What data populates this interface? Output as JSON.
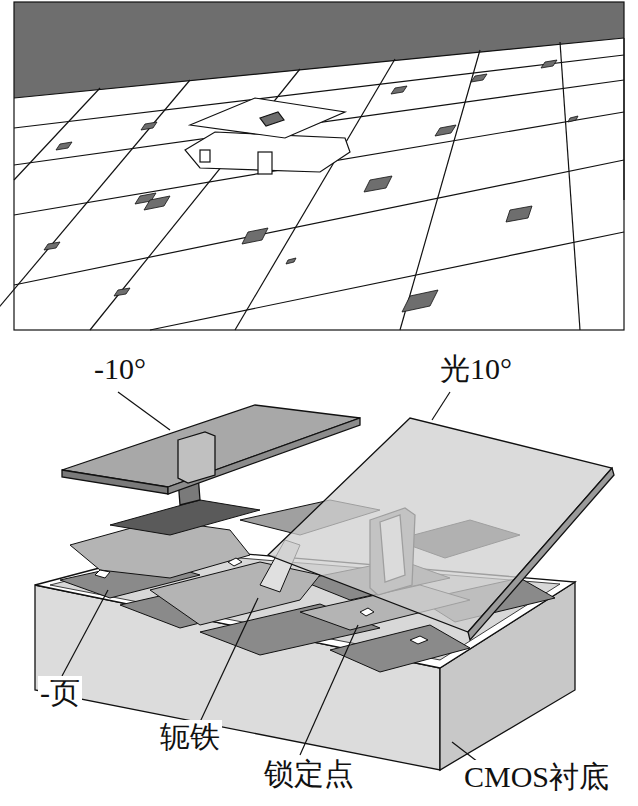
{
  "diagram": {
    "labels": [
      "-10°",
      "光10°",
      "-页",
      "轭铁",
      "锁定点",
      "CMOS衬底"
    ]
  }
}
